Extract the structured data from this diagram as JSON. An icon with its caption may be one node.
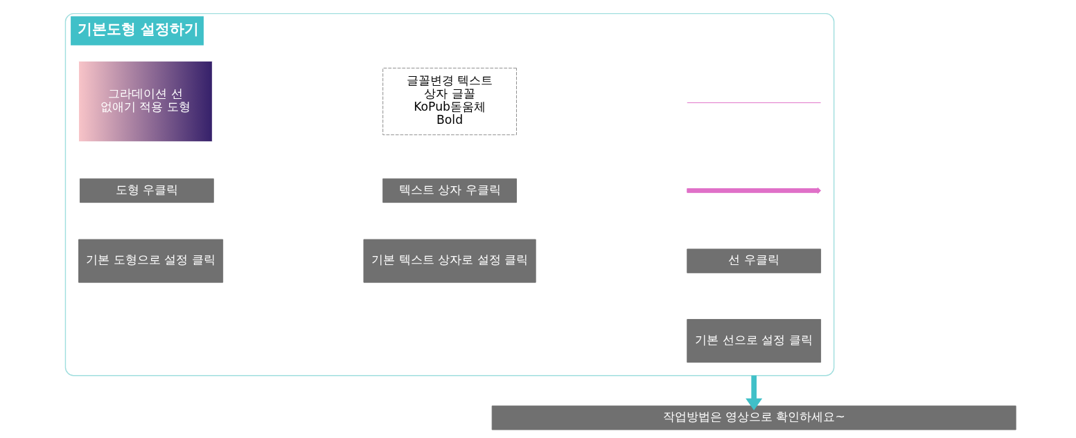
{
  "diagram": {
    "nodes": [
      {
        "text": [
          "기본도형 설정하기"
        ]
      },
      {
        "text": [
          "그라데이션 선 없애기 적용 도형"
        ],
        "in": 0
      },
      {
        "text": [
          "글꼴변경 텍스트 상자 글꼴 KoPub돋움체 Bold"
        ],
        "in": 0
      },
      {
        "text": [],
        "shape": "line",
        "in": 0
      },
      {
        "text": [],
        "shape": "arrow",
        "in": 0
      },
      {
        "text": [
          "도형 우클릭"
        ],
        "in": 0
      },
      {
        "text": [
          "텍스트 상자 우클릭"
        ],
        "in": 0
      },
      {
        "text": [
          "선 우클릭"
        ],
        "in": 0
      },
      {
        "text": [
          "기본 도형으로 설정 클릭"
        ],
        "in": 0
      },
      {
        "text": [
          "기본 텍스트 상자로 설정 클릭"
        ],
        "in": 0
      },
      {
        "text": [
          "기본 선으로 설정 클릭"
        ],
        "in": 0
      },
      {
        "text": [
          "작업방법은 영상으로 확인하세요~"
        ]
      }
    ],
    "edges": [
      {
        "from": 0,
        "to": 11,
        "arrow": "to",
        "color": "#40c0c8"
      }
    ]
  }
}
